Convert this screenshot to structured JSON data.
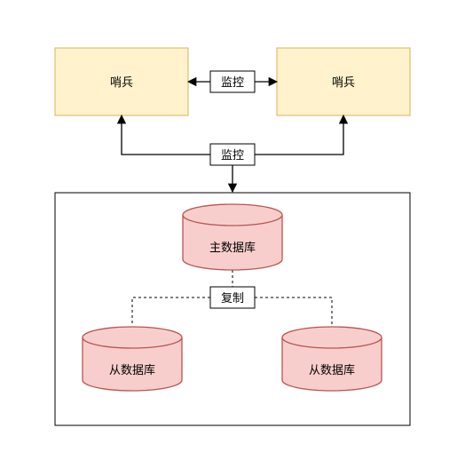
{
  "sentinels": [
    {
      "label": "哨兵"
    },
    {
      "label": "哨兵"
    }
  ],
  "monitor_labels": {
    "between_sentinels": "监控",
    "to_cluster": "监控"
  },
  "databases": {
    "master": {
      "label": "主数据库"
    },
    "slaves": [
      {
        "label": "从数据库"
      },
      {
        "label": "从数据库"
      }
    ]
  },
  "replication_label": "复制",
  "colors": {
    "sentinel_fill": "#fff2cc",
    "sentinel_stroke": "#d6b656",
    "db_fill": "#f8cecc",
    "db_stroke": "#b85450",
    "line": "#000000"
  }
}
